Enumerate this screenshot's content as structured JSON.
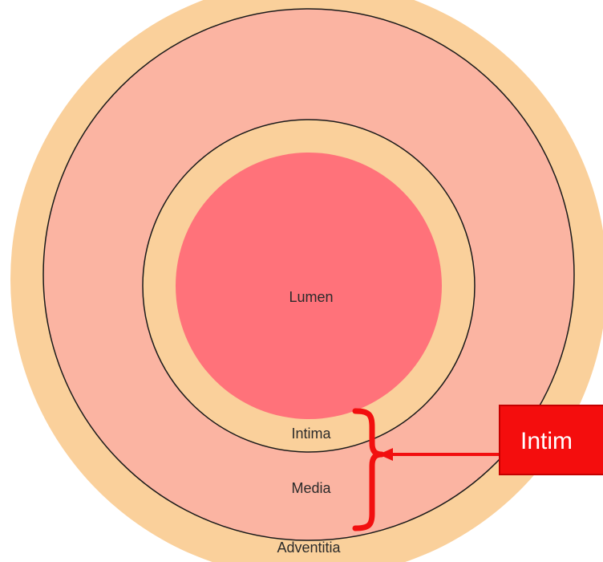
{
  "diagram": {
    "labels": {
      "lumen": "Lumen",
      "intima": "Intima",
      "media": "Media",
      "adventitia": "Adventitia"
    },
    "callout": {
      "text": "Intim"
    },
    "colors": {
      "adventitia": "#FAD09B",
      "media": "#FBB4A2",
      "intima": "#FAD09B",
      "lumen": "#FF727A",
      "outline": "#1a1a1a",
      "callout_background": "#F40D0D",
      "bracket": "#F20F0F"
    }
  }
}
